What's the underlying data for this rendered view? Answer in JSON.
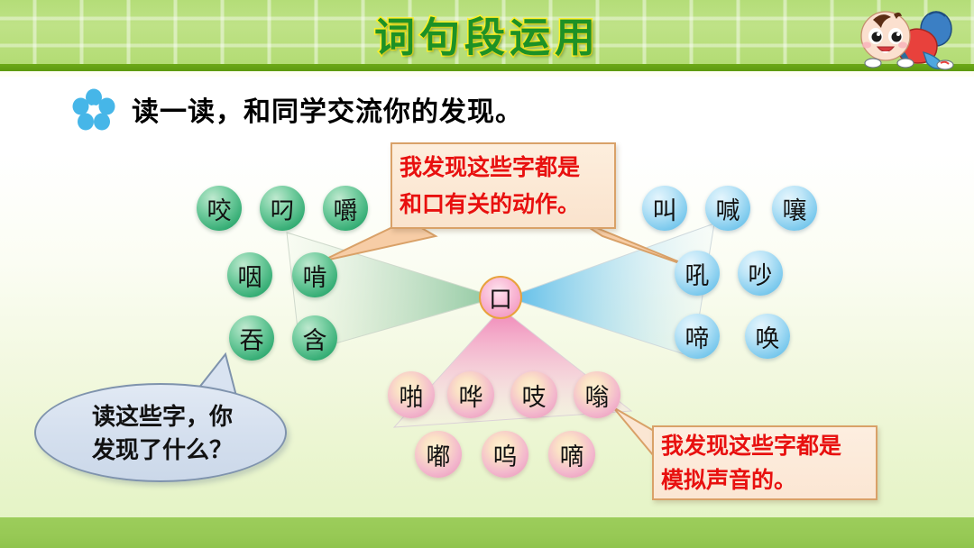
{
  "header": {
    "title": "词句段运用",
    "mascot_icon": "crawling-baby-mascot"
  },
  "subtitle": {
    "flower_icon": "blue-flower-icon",
    "text": "读一读，和同学交流你的发现。"
  },
  "center": {
    "char": "口"
  },
  "groups": {
    "green": {
      "color": "#2da96f",
      "rows": [
        [
          "咬",
          "叼",
          "嚼"
        ],
        [
          "咽",
          "啃"
        ],
        [
          "吞",
          "含"
        ]
      ]
    },
    "blue": {
      "color": "#74c6ec",
      "rows": [
        [
          "叫",
          "喊",
          "嚷"
        ],
        [
          "吼",
          "吵"
        ],
        [
          "啼",
          "唤"
        ]
      ]
    },
    "pink": {
      "color": "#f3b8cd",
      "rows": [
        [
          "啪",
          "哗",
          "吱",
          "嗡"
        ],
        [
          "嘟",
          "呜",
          "嘀"
        ]
      ]
    }
  },
  "bubbles": {
    "top": {
      "line1": "我发现这些字都是",
      "line2": "和口有关的动作。",
      "text_color": "#e8100f",
      "fill_color": "#fae3cd"
    },
    "bottom_right": {
      "line1": "我发现这些字都是",
      "line2": "模拟声音的。",
      "text_color": "#e8100f",
      "fill_color": "#fbe6d3"
    },
    "bottom_left": {
      "line1": "读这些字，你",
      "line2": "发现了什么？",
      "text_color": "#111111",
      "fill_color": "#d4dfee"
    }
  }
}
